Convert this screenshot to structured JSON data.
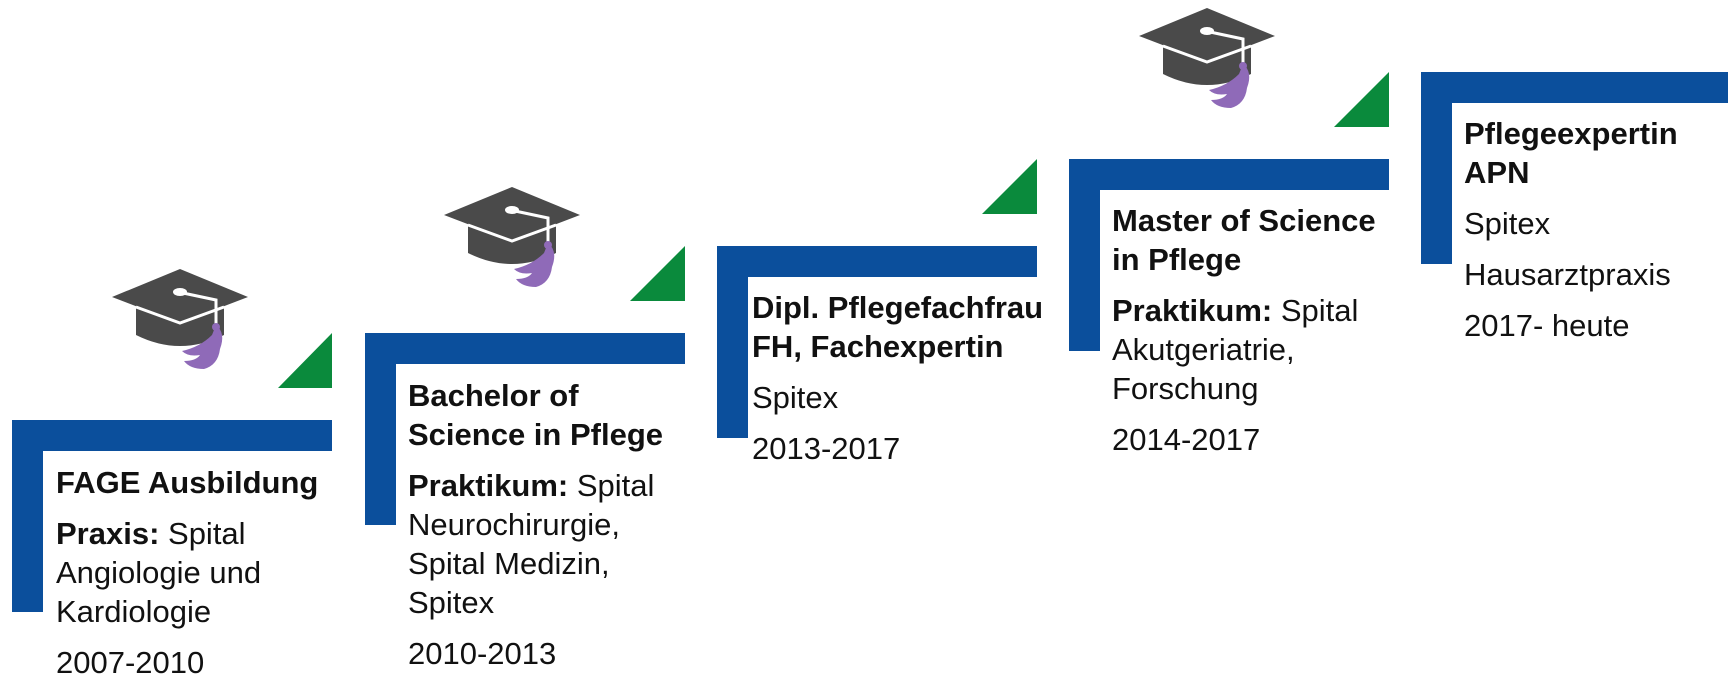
{
  "colors": {
    "bar": "#0b4f9c",
    "triangle": "#0a8a3c",
    "cap": "#4a4a4a",
    "tassel": "#8f6ab8"
  },
  "steps": [
    {
      "title": "FAGE Ausbildung",
      "detail_label": "Praxis:",
      "detail_text": " Spital Angiologie und Kardiologie",
      "years": "2007-2010",
      "icon": "graduation-cap-icon"
    },
    {
      "title": "Bachelor of Science in Pflege",
      "detail_label": "Praktikum:",
      "detail_text": " Spital Neurochirurgie, Spital Medizin, Spitex",
      "years": "2010-2013",
      "icon": "graduation-cap-icon"
    },
    {
      "title": "Dipl. Pflegefachfrau FH, Fachexpertin",
      "line1": "Spitex",
      "years": "2013-2017"
    },
    {
      "title": "Master of Science in Pflege",
      "detail_label": "Praktikum:",
      "detail_text": " Spital Akutgeriatrie, Forschung",
      "years": "2014-2017",
      "icon": "graduation-cap-icon"
    },
    {
      "title": "Pflegeexpertin APN",
      "line1": "Spitex",
      "line2": "Hausarztpraxis",
      "years": "2017- heute"
    }
  ]
}
